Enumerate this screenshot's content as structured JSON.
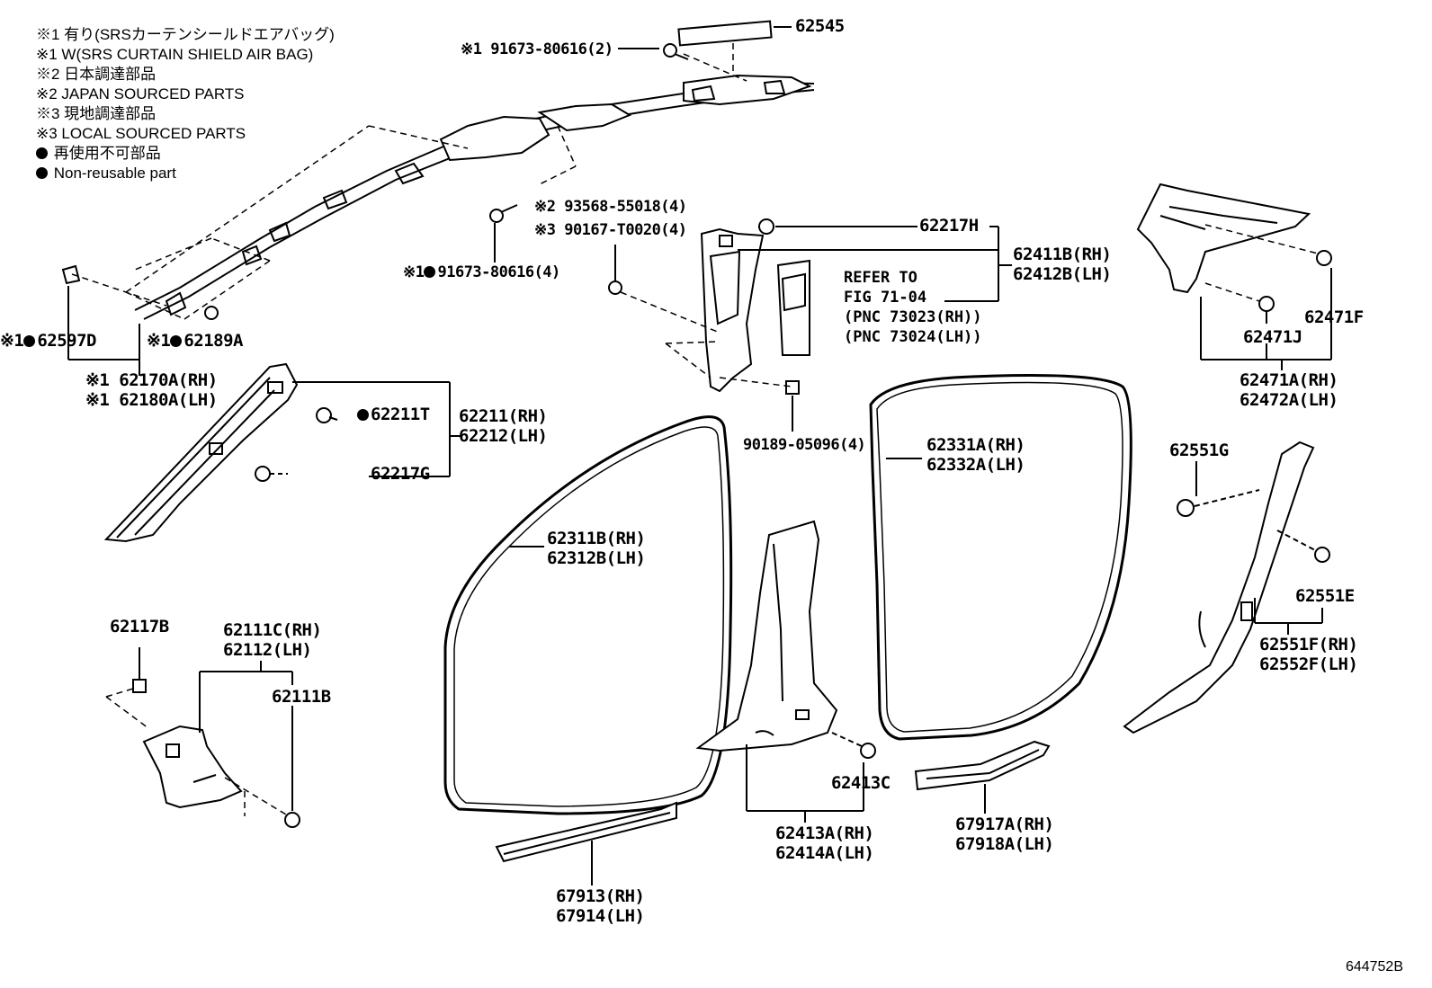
{
  "legend": {
    "l1": "※1 有り(SRSカーテンシールドエアバッグ)",
    "l2": "※1 W(SRS CURTAIN SHIELD AIR BAG)",
    "l3": "※2 日本調達部品",
    "l4": "※2 JAPAN SOURCED PARTS",
    "l5": "※3 現地調達部品",
    "l6": "※3 LOCAL SOURCED PARTS",
    "l7": "再使用不可部品",
    "l8": "Non-reusable part"
  },
  "labels": {
    "p62545": "62545",
    "p91673_2": "※1 91673-80616(2)",
    "p93568": "※2 93568-55018(4)",
    "p90167": "※3 90167-T0020(4)",
    "p91673_4": "91673-80616(4)",
    "p91673_4_prefix": "※1",
    "p62217H": "62217H",
    "p62411B": "62411B(RH)",
    "p62412B": "62412B(LH)",
    "ref1": "REFER TO",
    "ref2": "FIG 71-04",
    "ref3": "(PNC 73023(RH))",
    "ref4": "(PNC 73024(LH))",
    "p62597D": "62597D",
    "p62189A": "62189A",
    "p62170A": "※1 62170A(RH)",
    "p62180A": "※1 62180A(LH)",
    "p62211T": "62211T",
    "p62211": "62211(RH)",
    "p62212": "62212(LH)",
    "p62217G": "62217G",
    "p90189": "90189-05096(4)",
    "p62331A": "62331A(RH)",
    "p62332A": "62332A(LH)",
    "p62471F": "62471F",
    "p62471J": "62471J",
    "p62471A": "62471A(RH)",
    "p62472A": "62472A(LH)",
    "p62551G": "62551G",
    "p62551E": "62551E",
    "p62551F": "62551F(RH)",
    "p62552F": "62552F(LH)",
    "p62311B": "62311B(RH)",
    "p62312B": "62312B(LH)",
    "p62117B": "62117B",
    "p62111C": "62111C(RH)",
    "p62112": "62112(LH)",
    "p62111B": "62111B",
    "p62413C": "62413C",
    "p62413A": "62413A(RH)",
    "p62414A": "62414A(LH)",
    "p67917A": "67917A(RH)",
    "p67918A": "67918A(LH)",
    "p67913": "67913(RH)",
    "p67914": "67914(LH)",
    "prefix1": "※1",
    "figure_id": "644752B"
  }
}
